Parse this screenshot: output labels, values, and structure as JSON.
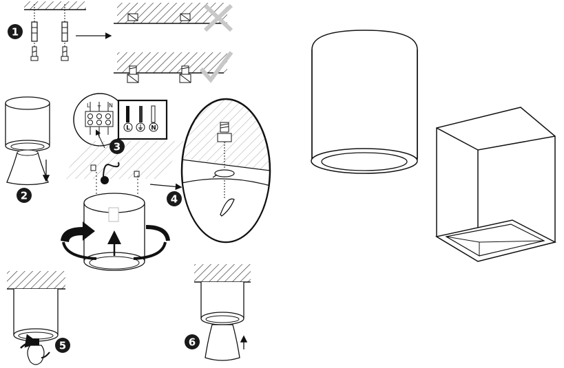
{
  "steps": [
    {
      "id": "1",
      "label": "1"
    },
    {
      "id": "2",
      "label": "2"
    },
    {
      "id": "3",
      "label": "3"
    },
    {
      "id": "4",
      "label": "4"
    },
    {
      "id": "5",
      "label": "5"
    },
    {
      "id": "6",
      "label": "6"
    }
  ],
  "terminals": {
    "small": [
      "L",
      "⏚",
      "N"
    ],
    "large": [
      "L",
      "⏚",
      "N"
    ]
  },
  "colors": {
    "stroke": "#111111",
    "badge": "#1a1a1a",
    "check": "#c8c8c8",
    "cross": "#c8c8c8"
  },
  "icons": [
    "wall-plug-icon",
    "screw-icon",
    "cross-mark-icon",
    "check-mark-icon",
    "rotate-arrow-icon",
    "up-arrow-icon",
    "down-arrow-icon",
    "light-bulb-icon"
  ]
}
